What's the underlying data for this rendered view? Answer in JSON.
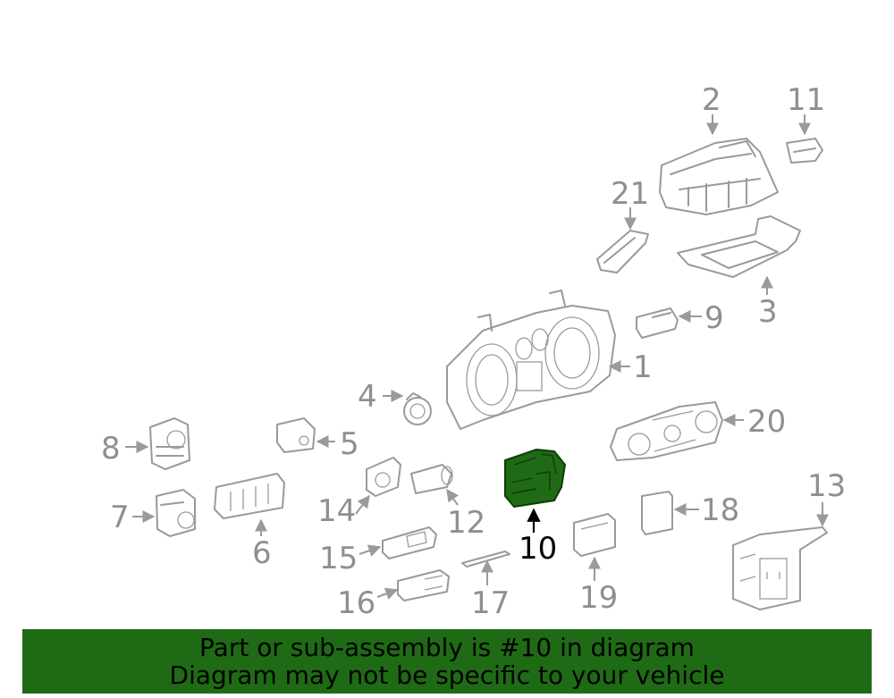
{
  "diagram": {
    "labels": {
      "l1": "1",
      "l2": "2",
      "l3": "3",
      "l4": "4",
      "l5": "5",
      "l6": "6",
      "l7": "7",
      "l8": "8",
      "l9": "9",
      "l10": "10",
      "l11": "11",
      "l12": "12",
      "l13": "13",
      "l14": "14",
      "l15": "15",
      "l16": "16",
      "l17": "17",
      "l18": "18",
      "l19": "19",
      "l20": "20",
      "l21": "21"
    },
    "highlighted_part": "10",
    "highlight_color": "#1f6b15",
    "line_color": "#9a9a9a"
  },
  "banner": {
    "line1": "Part or sub-assembly is #10 in diagram",
    "line2": "Diagram may not be specific to your vehicle",
    "background": "#1f6b15"
  }
}
